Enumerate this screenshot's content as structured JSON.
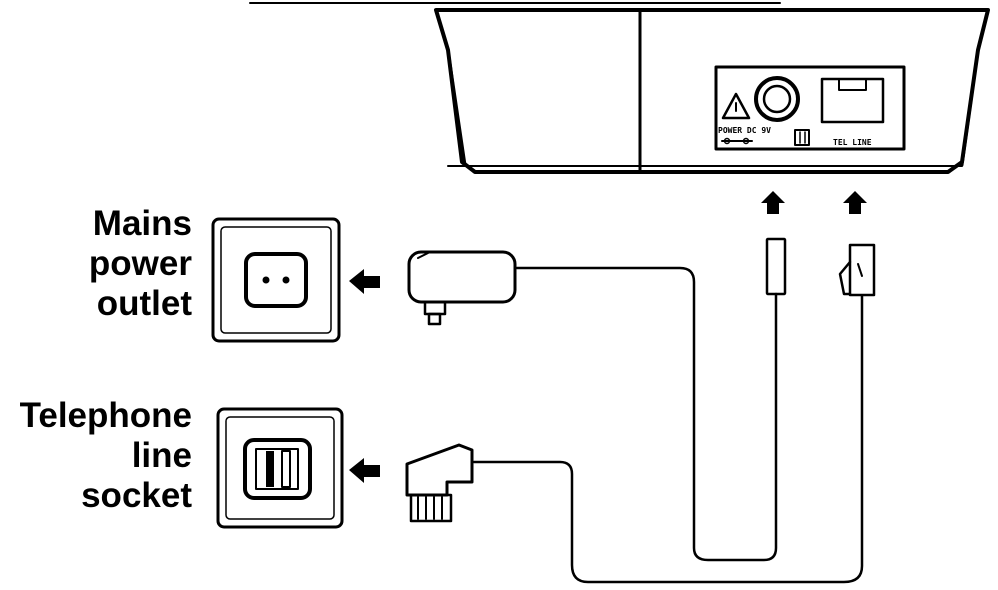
{
  "labels": {
    "mains": [
      "Mains",
      "power",
      "outlet"
    ],
    "telephone": [
      "Telephone",
      "line",
      "socket"
    ]
  },
  "base_panel": {
    "power_label": "POWER DC 9V",
    "tel_line_label": "TEL LINE"
  },
  "colors": {
    "line": "#000000",
    "background": "#ffffff"
  },
  "icons": {
    "warning": "warning-triangle-icon",
    "arrow": "arrow-icon"
  }
}
